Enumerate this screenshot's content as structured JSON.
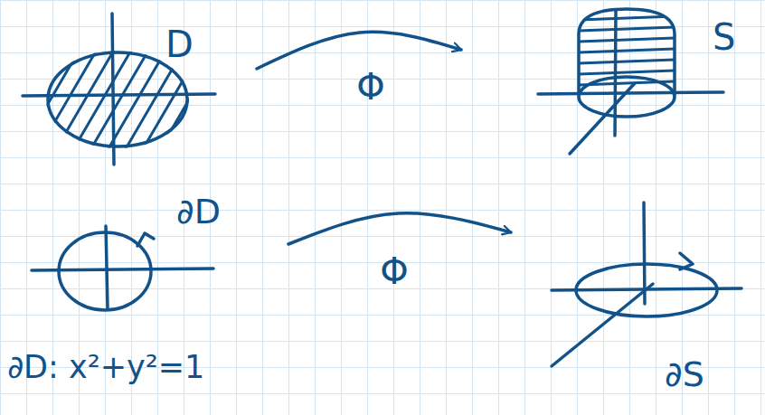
{
  "diagram": {
    "nodes": [
      {
        "text": [
          "D"
        ]
      },
      {
        "text": [
          "S"
        ]
      },
      {
        "text": [
          "∂D"
        ]
      },
      {
        "text": [
          "∂S"
        ]
      }
    ],
    "edges": [
      {
        "from": 0,
        "to": 1,
        "arrow": "to",
        "label": "Φ"
      },
      {
        "from": 2,
        "to": 3,
        "arrow": "to",
        "label": "Φ"
      }
    ],
    "labels": [
      "∂D: x²+y²=1"
    ]
  }
}
